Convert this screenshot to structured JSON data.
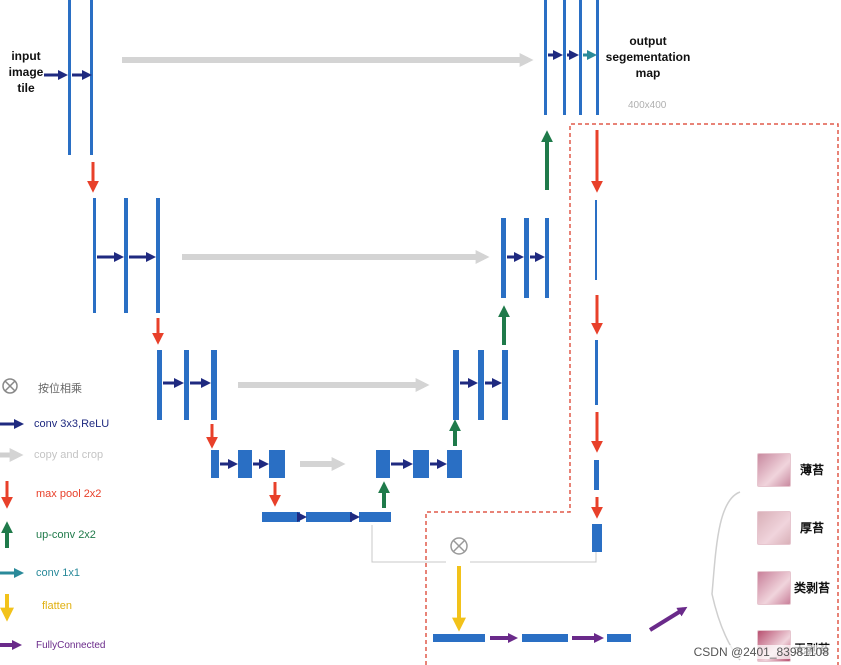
{
  "labels": {
    "input": [
      "input",
      "image",
      "tile"
    ],
    "output": [
      "output",
      "segementation",
      "map"
    ],
    "output_size": "400x400"
  },
  "legend": [
    {
      "symbol": "otimes",
      "label": "按位相乘",
      "color": "#888888"
    },
    {
      "symbol": "arrow",
      "label": "conv 3x3,ReLU",
      "color": "#1f2a80"
    },
    {
      "symbol": "arrow",
      "label": "copy and crop",
      "color": "#cfcfcf"
    },
    {
      "symbol": "arrow-down",
      "label": "max pool 2x2",
      "color": "#e8402a"
    },
    {
      "symbol": "arrow-up",
      "label": "up-conv 2x2",
      "color": "#1f7a4a"
    },
    {
      "symbol": "arrow",
      "label": "conv 1x1",
      "color": "#2a8a9a"
    },
    {
      "symbol": "arrow-down",
      "label": "flatten",
      "color": "#f2c21a"
    },
    {
      "symbol": "arrow",
      "label": "FullyConnected",
      "color": "#6a2a8a"
    }
  ],
  "classes": [
    {
      "label": "薄苔",
      "color": "#c98aa0"
    },
    {
      "label": "厚苔",
      "color": "#d9b0b8"
    },
    {
      "label": "类剥苔",
      "color": "#c9809a"
    },
    {
      "label": "无剥苔",
      "color": "#b85070"
    }
  ],
  "watermark": "CSDN @2401_83981108",
  "colors": {
    "block": "#2a6fc4",
    "conv": "#1f2a80",
    "copy": "#d4d4d4",
    "pool": "#e8402a",
    "up": "#1f7a4a",
    "conv1x1": "#2a8a9a",
    "flatten": "#f2c21a",
    "fc": "#6a2a8a",
    "dashed": "#e05a4a"
  }
}
